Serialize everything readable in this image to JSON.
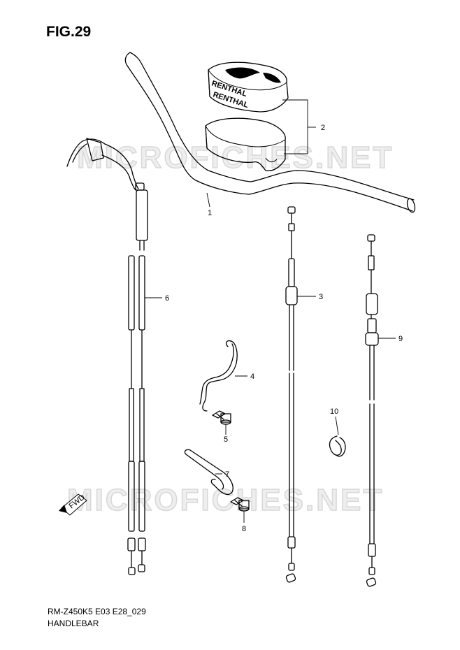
{
  "figure": {
    "title": "FIG.29"
  },
  "footer": {
    "model_code": "RM-Z450K5 E03 E28_029",
    "section": "HANDLEBAR"
  },
  "watermark": {
    "text": "MICROFICHES.NET",
    "arrow_label": "FWD"
  },
  "pad_brand": "RENTHAL",
  "callouts": [
    {
      "id": "1",
      "part": "handlebar"
    },
    {
      "id": "2",
      "part": "handlebar-pad"
    },
    {
      "id": "3",
      "part": "clutch-cable"
    },
    {
      "id": "4",
      "part": "cable-guide-wire"
    },
    {
      "id": "5",
      "part": "bolt"
    },
    {
      "id": "6",
      "part": "throttle-cable"
    },
    {
      "id": "7",
      "part": "cable-clamp"
    },
    {
      "id": "8",
      "part": "bolt"
    },
    {
      "id": "9",
      "part": "hot-start-cable"
    },
    {
      "id": "10",
      "part": "clip"
    }
  ],
  "colors": {
    "line": "#000000",
    "watermark_fill": "#eeeeee",
    "watermark_stroke": "#d8d8d8"
  }
}
